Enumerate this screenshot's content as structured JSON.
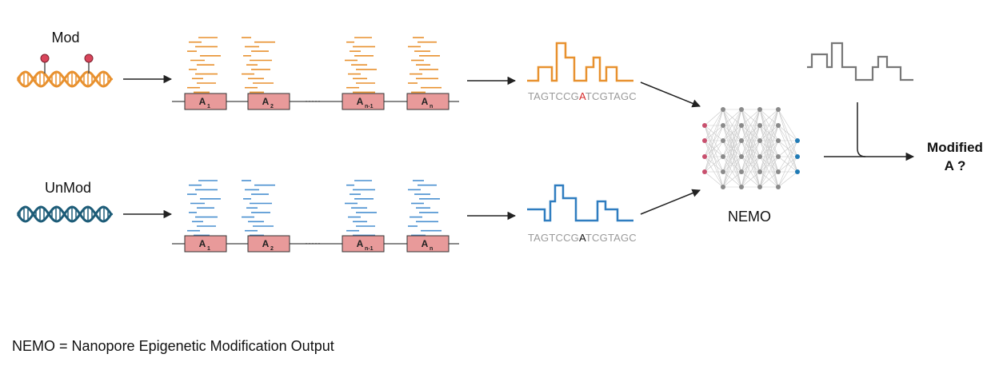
{
  "labels": {
    "mod": "Mod",
    "unmod": "UnMod",
    "nemo": "NEMO",
    "output_line1": "Modified",
    "output_line2": "A ?",
    "ellipsis": "·····"
  },
  "sequence": {
    "prefix": "TAGTCCG",
    "base": "A",
    "suffix": "TCGTAGC"
  },
  "reference_boxes": [
    {
      "base": "A",
      "sub": "1"
    },
    {
      "base": "A",
      "sub": "2"
    },
    {
      "base": "A",
      "sub": "n-1"
    },
    {
      "base": "A",
      "sub": "n"
    }
  ],
  "footnote": "NEMO = Nanopore Epigenetic Modification Output",
  "colors": {
    "mod": "#e8912f",
    "unmod_reads": "#4a90d0",
    "unmod_dna": "#1d5c78",
    "box_fill": "#e89a9a",
    "mod_base": "#d62828",
    "node_in": "#c8506e",
    "node_out": "#1f7ab5",
    "hidden": "#8a8a8a",
    "signal_out": "#777777"
  }
}
